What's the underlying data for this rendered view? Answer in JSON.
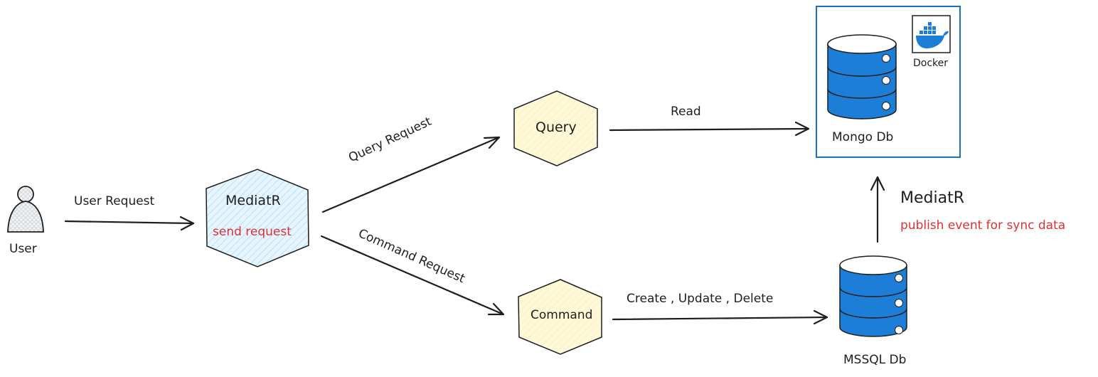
{
  "nodes": {
    "user": {
      "label": "User"
    },
    "mediator": {
      "title": "MediatR",
      "subtitle": "send request"
    },
    "query": {
      "label": "Query"
    },
    "command": {
      "label": "Command"
    },
    "mongo": {
      "label": "Mongo Db"
    },
    "docker": {
      "label": "Docker"
    },
    "mssql": {
      "label": "MSSQL Db"
    }
  },
  "edges": {
    "user_request": "User Request",
    "query_request": "Query Request",
    "command_request": "Command Request",
    "read": "Read",
    "write": "Create , Update , Delete"
  },
  "sync": {
    "title": "MediatR",
    "subtitle": "publish event for sync data"
  },
  "colors": {
    "stroke": "#1e1e1e",
    "accent_red": "#e03131",
    "db_blue": "#1c7ed6",
    "hex_yellow_fill": "#fff9db",
    "hex_blue_fill": "#e7f5ff",
    "box_border": "#1971c2",
    "docker_blue": "#1c7ed6"
  }
}
